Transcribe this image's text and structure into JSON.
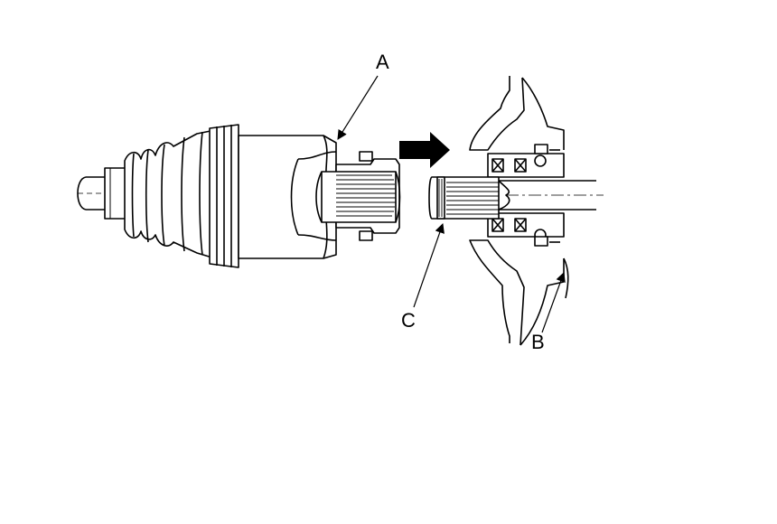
{
  "labels": {
    "a": "A",
    "b": "B",
    "c": "C"
  },
  "colors": {
    "line": "#000000",
    "background": "#ffffff"
  },
  "icons": {
    "direction": "arrow-right-icon"
  }
}
